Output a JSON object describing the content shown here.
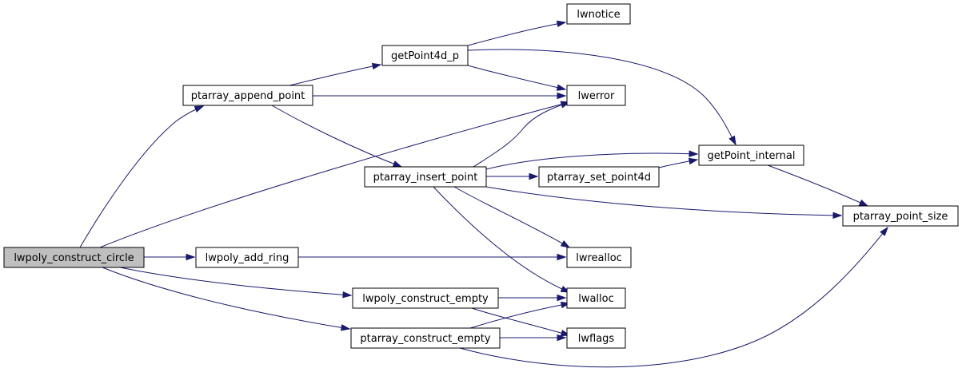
{
  "graph": {
    "nodes": [
      {
        "id": "lwpoly_construct_circle",
        "label": "lwpoly_construct_circle",
        "root": true
      },
      {
        "id": "ptarray_append_point",
        "label": "ptarray_append_point"
      },
      {
        "id": "getPoint4d_p",
        "label": "getPoint4d_p"
      },
      {
        "id": "lwnotice",
        "label": "lwnotice"
      },
      {
        "id": "lwerror",
        "label": "lwerror"
      },
      {
        "id": "getPoint_internal",
        "label": "getPoint_internal"
      },
      {
        "id": "ptarray_point_size",
        "label": "ptarray_point_size"
      },
      {
        "id": "ptarray_insert_point",
        "label": "ptarray_insert_point"
      },
      {
        "id": "ptarray_set_point4d",
        "label": "ptarray_set_point4d"
      },
      {
        "id": "lwrealloc",
        "label": "lwrealloc"
      },
      {
        "id": "lwalloc",
        "label": "lwalloc"
      },
      {
        "id": "lwpoly_add_ring",
        "label": "lwpoly_add_ring"
      },
      {
        "id": "lwpoly_construct_empty",
        "label": "lwpoly_construct_empty"
      },
      {
        "id": "lwflags",
        "label": "lwflags"
      },
      {
        "id": "ptarray_construct_empty",
        "label": "ptarray_construct_empty"
      }
    ],
    "edges": [
      {
        "from": "lwpoly_construct_circle",
        "to": "ptarray_append_point"
      },
      {
        "from": "lwpoly_construct_circle",
        "to": "lwerror"
      },
      {
        "from": "lwpoly_construct_circle",
        "to": "lwpoly_add_ring"
      },
      {
        "from": "lwpoly_construct_circle",
        "to": "lwpoly_construct_empty"
      },
      {
        "from": "lwpoly_construct_circle",
        "to": "ptarray_construct_empty"
      },
      {
        "from": "ptarray_append_point",
        "to": "getPoint4d_p"
      },
      {
        "from": "ptarray_append_point",
        "to": "lwerror"
      },
      {
        "from": "ptarray_append_point",
        "to": "ptarray_insert_point"
      },
      {
        "from": "getPoint4d_p",
        "to": "lwnotice"
      },
      {
        "from": "getPoint4d_p",
        "to": "lwerror"
      },
      {
        "from": "getPoint4d_p",
        "to": "getPoint_internal"
      },
      {
        "from": "ptarray_insert_point",
        "to": "lwerror"
      },
      {
        "from": "ptarray_insert_point",
        "to": "getPoint_internal"
      },
      {
        "from": "ptarray_insert_point",
        "to": "ptarray_set_point4d"
      },
      {
        "from": "ptarray_insert_point",
        "to": "ptarray_point_size"
      },
      {
        "from": "ptarray_insert_point",
        "to": "lwrealloc"
      },
      {
        "from": "ptarray_insert_point",
        "to": "lwalloc"
      },
      {
        "from": "ptarray_set_point4d",
        "to": "getPoint_internal"
      },
      {
        "from": "getPoint_internal",
        "to": "ptarray_point_size"
      },
      {
        "from": "lwpoly_add_ring",
        "to": "lwrealloc"
      },
      {
        "from": "lwpoly_construct_empty",
        "to": "lwalloc"
      },
      {
        "from": "lwpoly_construct_empty",
        "to": "lwflags"
      },
      {
        "from": "ptarray_construct_empty",
        "to": "lwalloc"
      },
      {
        "from": "ptarray_construct_empty",
        "to": "lwflags"
      },
      {
        "from": "ptarray_construct_empty",
        "to": "ptarray_point_size"
      }
    ]
  },
  "colors": {
    "edge": "#191970",
    "node_border": "#000000",
    "node_fill": "#ffffff",
    "root_fill": "#bfbfbf"
  }
}
